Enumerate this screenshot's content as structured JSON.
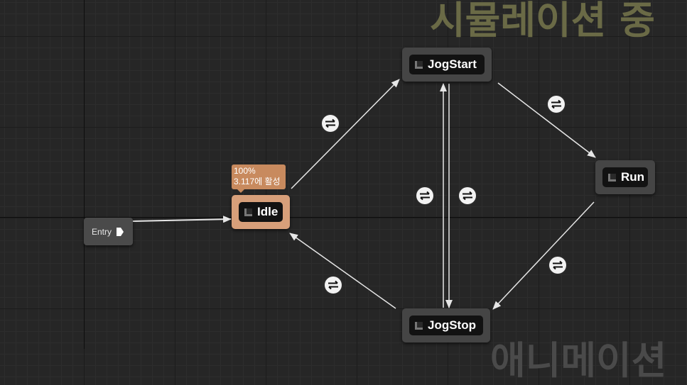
{
  "watermark": {
    "top": "시뮬레이션 중",
    "bottom": "애니메이션"
  },
  "entry": {
    "label": "Entry"
  },
  "states": {
    "idle": {
      "label": "Idle",
      "active": true
    },
    "jogstart": {
      "label": "JogStart"
    },
    "run": {
      "label": "Run"
    },
    "jogstop": {
      "label": "JogStop"
    }
  },
  "tooltip": {
    "weight": "100%",
    "active_time": "3.117에 활성"
  },
  "transition_rules": [
    "idle-to-jogstart",
    "jogstart-to-run",
    "jogstart-to-jogstop",
    "jogstop-to-jogstart",
    "run-to-jogstop",
    "jogstop-to-idle"
  ],
  "colors": {
    "graph_bg": "#262626",
    "node_bg": "#454545",
    "node_active": "#d79f7a",
    "tooltip_bg": "#c88a5e",
    "wire": "#e6e6e6",
    "watermark": "#6a6a46"
  }
}
